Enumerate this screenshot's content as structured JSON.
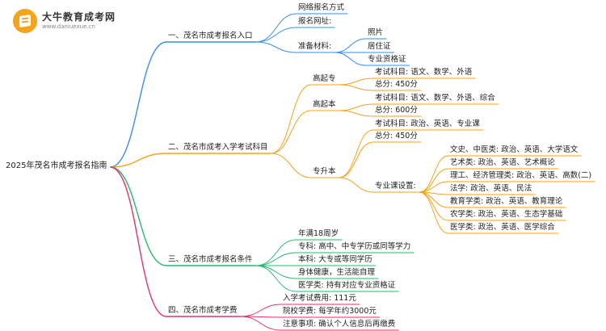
{
  "brand": {
    "name": "大牛教育成考网",
    "url": "www.daniuexue.cn",
    "icon": "book-logo-icon"
  },
  "colors": {
    "branch1": "#3a8ee6",
    "branch2": "#f5a31a",
    "branch3": "#2bb673",
    "branch4": "#e0336a"
  },
  "mindmap": {
    "root": "2025年茂名市成考报名指南",
    "branches": [
      {
        "label": "一、茂名市成考报名入口",
        "children": [
          {
            "label": "网络报名方式"
          },
          {
            "label": "报名网址:"
          },
          {
            "label": "准备材料:",
            "children": [
              {
                "label": "照片"
              },
              {
                "label": "居住证"
              },
              {
                "label": "专业资格证"
              }
            ]
          }
        ]
      },
      {
        "label": "二、茂名市成考入学考试科目",
        "children": [
          {
            "label": "高起专",
            "children": [
              {
                "label": "考试科目: 语文、数学、外语"
              },
              {
                "label": "总分: 450分"
              }
            ]
          },
          {
            "label": "高起本",
            "children": [
              {
                "label": "考试科目: 语文、数学、外语、综合"
              },
              {
                "label": "总分: 600分"
              }
            ]
          },
          {
            "label": "专升本",
            "children": [
              {
                "label": "考试科目: 政治、英语、专业课"
              },
              {
                "label": "总分: 450分"
              },
              {
                "label": "专业课设置:",
                "children": [
                  {
                    "label": "文史、中医类: 政治、英语、大学语文"
                  },
                  {
                    "label": "艺术类: 政治、英语、艺术概论"
                  },
                  {
                    "label": "理工、经济管理类: 政治、英语、高数(二)"
                  },
                  {
                    "label": "法学: 政治、英语、民法"
                  },
                  {
                    "label": "教育学类: 政治、英语、教育理论"
                  },
                  {
                    "label": "农学类: 政治、英语、生态学基础"
                  },
                  {
                    "label": "医学类: 政治、英语、医学综合"
                  }
                ]
              }
            ]
          }
        ]
      },
      {
        "label": "三、茂名市成考报名条件",
        "children": [
          {
            "label": "年满18周岁"
          },
          {
            "label": "专科: 高中、中专学历或同等学力"
          },
          {
            "label": "本科: 大专或等同学历"
          },
          {
            "label": "身体健康，生活能自理"
          },
          {
            "label": "医学类: 持有对应专业资格证"
          }
        ]
      },
      {
        "label": "四、茂名市成考学费",
        "children": [
          {
            "label": "入学考试费用: 111元"
          },
          {
            "label": "院校学费: 每学年约3000元"
          },
          {
            "label": "注意事项: 确认个人信息后再缴费"
          }
        ]
      }
    ]
  }
}
